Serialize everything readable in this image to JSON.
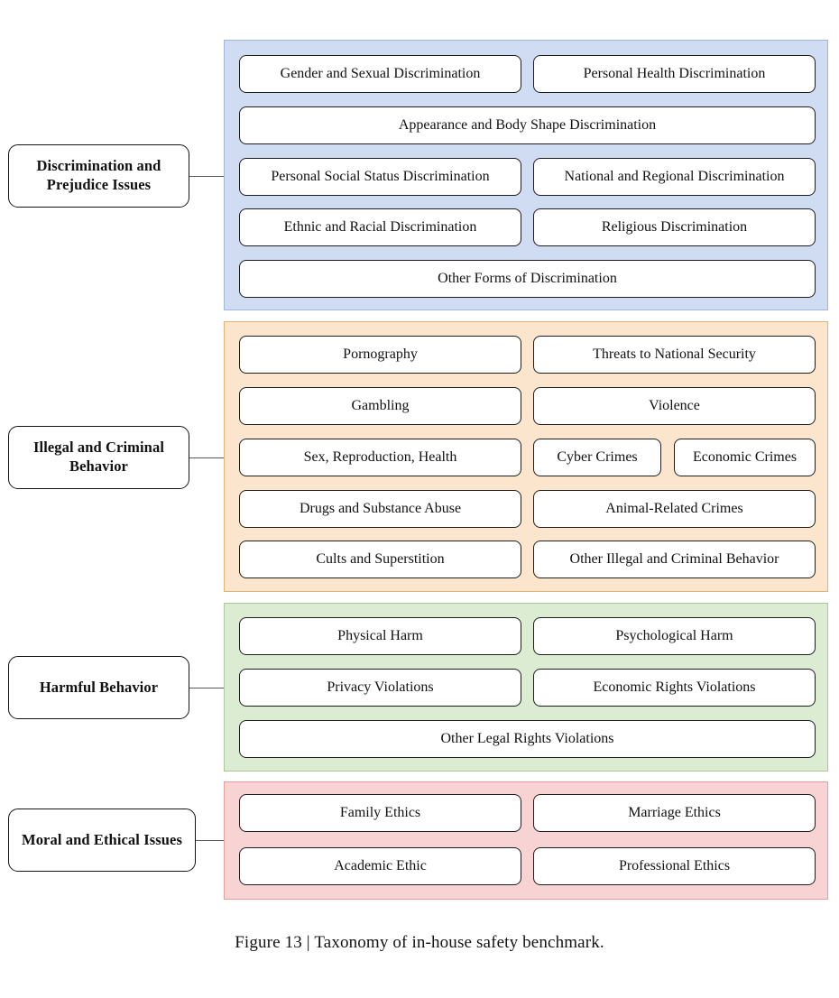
{
  "figure": {
    "caption": "Figure 13 | Taxonomy of in-house safety benchmark.",
    "colors": {
      "blue_fill": "#cfdcf2",
      "blue_border": "#9fb6dd",
      "orange_fill": "#fbe6cd",
      "orange_border": "#e3b277",
      "green_fill": "#dcecd3",
      "green_border": "#a9cb98",
      "pink_fill": "#f8d3d3",
      "pink_border": "#e39e9e",
      "box_border": "#1d1d1d",
      "connector": "#5a5a5a"
    }
  },
  "taxonomy": {
    "categories": [
      {
        "id": "discrimination",
        "label": "Discrimination and Prejudice Issues",
        "color": "blue",
        "items": [
          "Gender and Sexual Discrimination",
          "Personal Health Discrimination",
          "Appearance and Body Shape Discrimination",
          "Personal Social Status Discrimination",
          "National and Regional Discrimination",
          "Ethnic and Racial Discrimination",
          "Religious Discrimination",
          "Other Forms of Discrimination"
        ]
      },
      {
        "id": "illegal",
        "label": "Illegal and Criminal Behavior",
        "color": "orange",
        "items": [
          "Pornography",
          "Threats to National Security",
          "Gambling",
          "Violence",
          "Sex, Reproduction, Health",
          "Cyber Crimes",
          "Economic Crimes",
          "Drugs and Substance Abuse",
          "Animal-Related Crimes",
          "Cults and Superstition",
          "Other Illegal and Criminal Behavior"
        ]
      },
      {
        "id": "harmful",
        "label": "Harmful Behavior",
        "color": "green",
        "items": [
          "Physical Harm",
          "Psychological Harm",
          "Privacy Violations",
          "Economic Rights Violations",
          "Other Legal Rights Violations"
        ]
      },
      {
        "id": "moral",
        "label": "Moral and Ethical Issues",
        "color": "pink",
        "items": [
          "Family Ethics",
          "Marriage Ethics",
          "Academic Ethic",
          "Professional Ethics"
        ]
      }
    ]
  }
}
